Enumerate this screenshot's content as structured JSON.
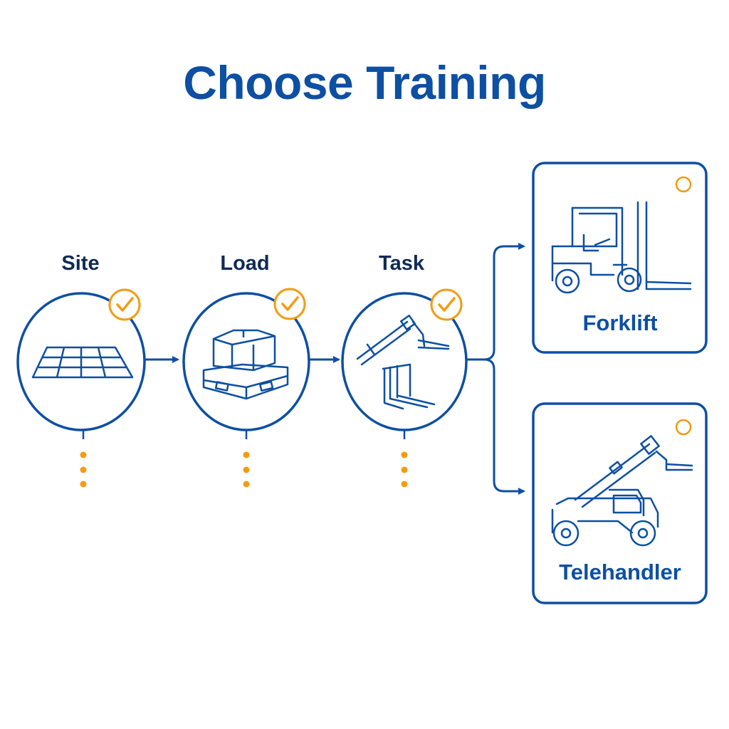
{
  "title": "Choose Training",
  "steps": [
    {
      "label": "Site",
      "icon": "floor-grid-icon",
      "status": "completed"
    },
    {
      "label": "Load",
      "icon": "pallet-boxes-icon",
      "status": "completed"
    },
    {
      "label": "Task",
      "icon": "lift-arm-forks-icon",
      "status": "completed"
    }
  ],
  "options": [
    {
      "label": "Forklift",
      "icon": "forklift-icon",
      "selected": false
    },
    {
      "label": "Telehandler",
      "icon": "telehandler-icon",
      "selected": false
    }
  ],
  "colors": {
    "primary": "#0d4fa3",
    "accent": "#f39c12",
    "text_dark": "#0f2a55"
  }
}
